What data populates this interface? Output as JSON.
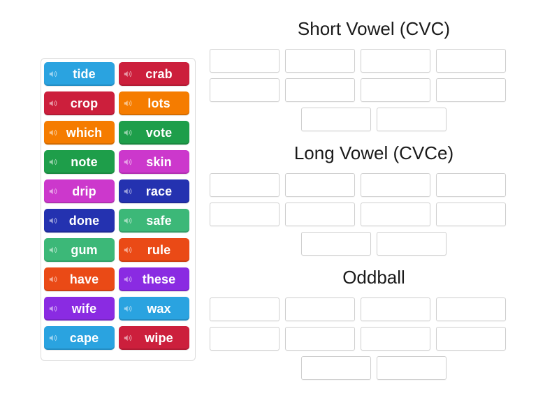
{
  "word_bank": {
    "speaker_icon": "speaker-icon",
    "tiles": [
      {
        "word": "tide",
        "color": "#2aa3e0"
      },
      {
        "word": "crab",
        "color": "#cc1f3c"
      },
      {
        "word": "crop",
        "color": "#cc1f3c"
      },
      {
        "word": "lots",
        "color": "#f57c00"
      },
      {
        "word": "which",
        "color": "#f57c00"
      },
      {
        "word": "vote",
        "color": "#1e9e4a"
      },
      {
        "word": "note",
        "color": "#1e9e4a"
      },
      {
        "word": "skin",
        "color": "#cc38cc"
      },
      {
        "word": "drip",
        "color": "#cc38cc"
      },
      {
        "word": "race",
        "color": "#2432b0"
      },
      {
        "word": "done",
        "color": "#2432b0"
      },
      {
        "word": "safe",
        "color": "#3cb878"
      },
      {
        "word": "gum",
        "color": "#3cb878"
      },
      {
        "word": "rule",
        "color": "#ea4a16"
      },
      {
        "word": "have",
        "color": "#ea4a16"
      },
      {
        "word": "these",
        "color": "#8a2be2"
      },
      {
        "word": "wife",
        "color": "#8a2be2"
      },
      {
        "word": "wax",
        "color": "#2aa3e0"
      },
      {
        "word": "cape",
        "color": "#2aa3e0"
      },
      {
        "word": "wipe",
        "color": "#cc1f3c"
      }
    ]
  },
  "categories": [
    {
      "title": "Short Vowel (CVC)",
      "rows": [
        {
          "count": 4,
          "centered": false,
          "values": [
            "",
            "",
            "",
            ""
          ]
        },
        {
          "count": 4,
          "centered": false,
          "values": [
            "",
            "",
            "",
            ""
          ]
        },
        {
          "count": 2,
          "centered": true,
          "values": [
            "",
            ""
          ]
        }
      ]
    },
    {
      "title": "Long Vowel (CVCe)",
      "rows": [
        {
          "count": 4,
          "centered": false,
          "values": [
            "",
            "",
            "",
            ""
          ]
        },
        {
          "count": 4,
          "centered": false,
          "values": [
            "",
            "",
            "",
            ""
          ]
        },
        {
          "count": 2,
          "centered": true,
          "values": [
            "",
            ""
          ]
        }
      ]
    },
    {
      "title": "Oddball",
      "rows": [
        {
          "count": 4,
          "centered": false,
          "values": [
            "",
            "",
            "",
            ""
          ]
        },
        {
          "count": 4,
          "centered": false,
          "values": [
            "",
            "",
            "",
            ""
          ]
        },
        {
          "count": 2,
          "centered": true,
          "values": [
            "",
            ""
          ]
        }
      ]
    }
  ],
  "theme": {
    "page_background": "#ffffff",
    "panel_border": "#dcdcdc",
    "slot_border": "#cfcfcf",
    "title_color": "#1a1a1a",
    "tile_text_color": "#ffffff"
  }
}
